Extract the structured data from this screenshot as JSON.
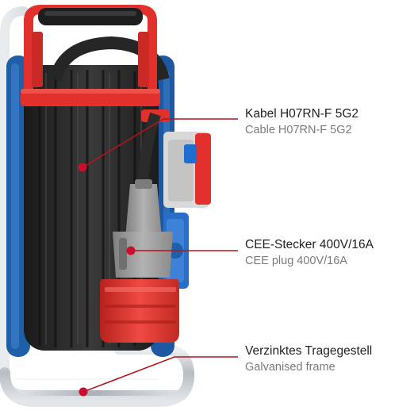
{
  "colors": {
    "line": "#b3151d",
    "dot": "#c8102e",
    "reel_blue": "#1f5fa8",
    "reel_red": "#e2302c",
    "cable": "#2b2b2b",
    "plug_grey": "#9a9a9a",
    "frame": "#c9ced3"
  },
  "callouts": {
    "cable": {
      "de": "Kabel H07RN-F 5G2",
      "en": "Cable H07RN-F 5G2"
    },
    "plug": {
      "de": "CEE-Stecker 400V/16A",
      "en": "CEE plug 400V/16A"
    },
    "frame": {
      "de": "Verzinktes Tragegestell",
      "en": "Galvanised frame"
    }
  }
}
